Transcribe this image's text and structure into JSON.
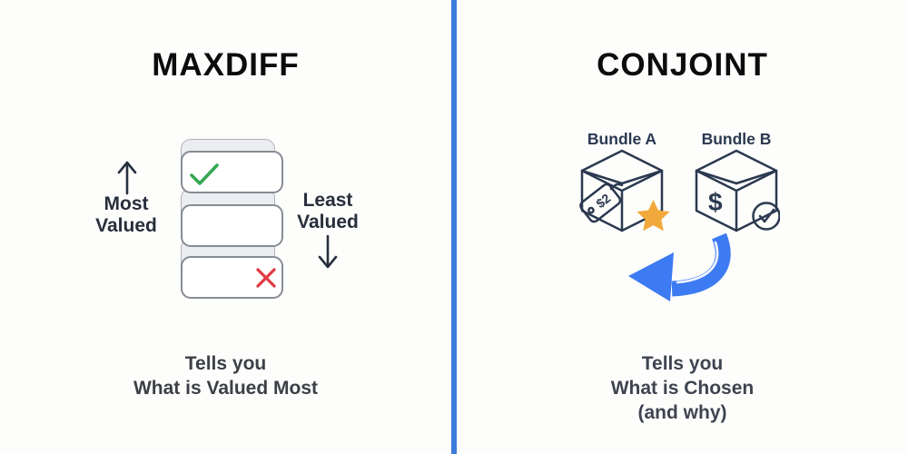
{
  "left": {
    "title": "MAXDIFF",
    "most_valued": {
      "line1": "Most",
      "line2": "Valued"
    },
    "least_valued": {
      "line1": "Least",
      "line2": "Valued"
    },
    "caption": {
      "line1": "Tells you",
      "line2": "What is Valued Most"
    }
  },
  "right": {
    "title": "CONJOINT",
    "bundle_a_label": "Bundle A",
    "bundle_b_label": "Bundle B",
    "price_tag_text": "$2",
    "dollar_sign": "$",
    "caption": {
      "line1": "Tells you",
      "line2": "What is Chosen",
      "line3": "(and why)"
    }
  },
  "colors": {
    "divider_blue": "#3b7cdc",
    "arrow_blue": "#3d7bf2",
    "check_green": "#35a853",
    "x_red": "#e23b43",
    "star_yellow": "#f2a93c",
    "navy": "#2b3950",
    "text_dark": "#3c4046"
  }
}
